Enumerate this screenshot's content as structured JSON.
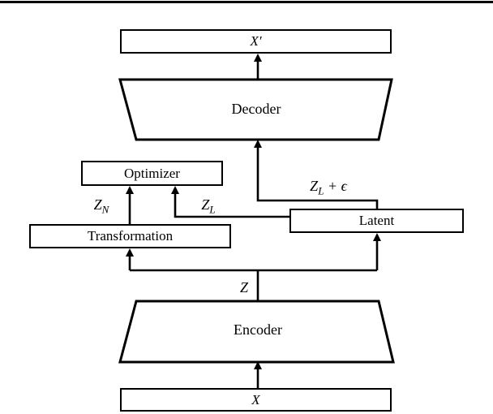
{
  "diagram": {
    "nodes": {
      "output": {
        "label": "X′"
      },
      "decoder": {
        "label": "Decoder"
      },
      "optimizer": {
        "label": "Optimizer"
      },
      "transformation": {
        "label": "Transformation"
      },
      "latent": {
        "label": "Latent"
      },
      "encoder": {
        "label": "Encoder"
      },
      "input": {
        "label": "X"
      }
    },
    "edge_labels": {
      "z": {
        "base": "Z"
      },
      "z_n": {
        "base": "Z",
        "sub": "N"
      },
      "z_l": {
        "base": "Z",
        "sub": "L"
      },
      "z_l_plus_eps": {
        "base": "Z",
        "sub": "L",
        "rest": " + ϵ"
      }
    },
    "colors": {
      "line": "#000000",
      "background": "#ffffff",
      "box_fill": "#ffffff"
    }
  }
}
